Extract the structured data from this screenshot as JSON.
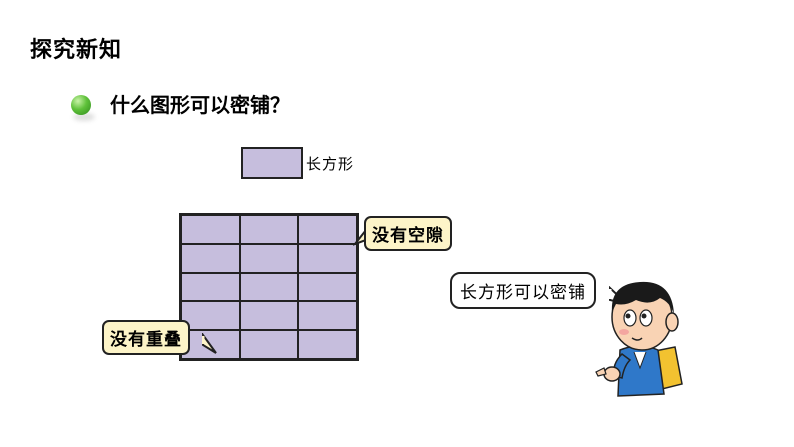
{
  "title": "探究新知",
  "question": "什么图形可以密铺？",
  "shape_label": "长方形",
  "bubbles": {
    "no_gaps": "没有空隙",
    "no_overlap": "没有重叠",
    "conclusion": "长方形可以密铺"
  },
  "colors": {
    "tile_fill": "#c6bedd",
    "bubble_fill": "#fdf4c8",
    "bullet": "#5fc13a"
  },
  "grid": {
    "rows": 5,
    "cols": 3
  }
}
